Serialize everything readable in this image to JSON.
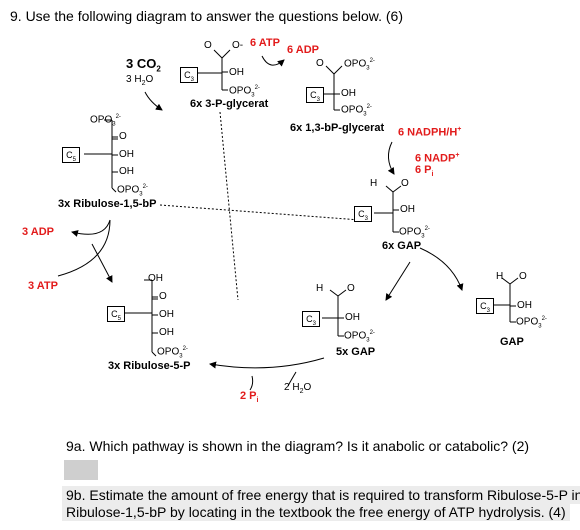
{
  "question": {
    "header": "9.  Use the following diagram to answer the questions below. (6)",
    "q9a": "9a. Which pathway is shown in the diagram? Is it anabolic or catabolic? (2)",
    "q9b_line1": "9b. Estimate the amount of free energy that is required to transform Ribulose-5-P into",
    "q9b_line2": "Ribulose-1,5-bP by locating in the textbook the free energy of ATP hydrolysis. (4)"
  },
  "diagram": {
    "co2": "3 CO",
    "co2_sub": "2",
    "h2o_in": "3 H",
    "h2o_in_sub": "2",
    "h2o_in_tail": "O",
    "atp_6": "6 ATP",
    "adp_6": "6 ADP",
    "nadph": "6 NADPH/H",
    "nadph_sup": "+",
    "nadp": "6 NADP",
    "nadp_sup": "+",
    "pi_6": "6 P",
    "pi_6_sub": "i",
    "adp_3": "3 ADP",
    "atp_3": "3 ATP",
    "h2o_2": "2 H",
    "h2o_2_sub": "2",
    "h2o_2_tail": "O",
    "pi_2": "2 P",
    "pi_2_sub": "i",
    "ribulose15bp": "3x Ribulose-1,5-bP",
    "p3glycerat": "6x 3-P-glycerat",
    "bpglycerat": "6x 1,3-bP-glycerat",
    "gap6": "6x  GAP",
    "gap5": "5x  GAP",
    "ribulose5p": "3x Ribulose-5-P",
    "gap": "GAP",
    "c3": "C",
    "c3_sub": "3",
    "c5": "C",
    "c5_sub": "5",
    "oh": "OH",
    "opo3": "OPO",
    "opo3_sub": "3",
    "opo3_sup": "2-",
    "o": "O",
    "o_minus": "O",
    "h": "H"
  },
  "colors": {
    "red": "#e21b1b",
    "answer_box": "#cfcfcf",
    "q9b_bg": "#ececec"
  }
}
